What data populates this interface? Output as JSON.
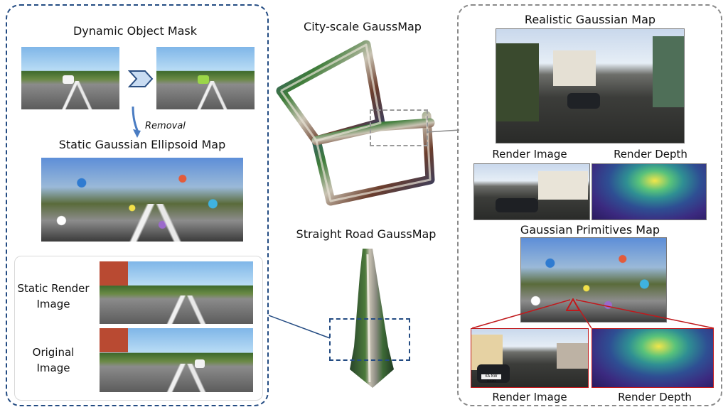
{
  "left": {
    "title_mask": "Dynamic Object Mask",
    "arrow_label": "Removal",
    "title_static": "Static Gaussian Ellipsoid Map",
    "static_render_label": "Static Render Image",
    "original_label": "Original Image"
  },
  "center": {
    "city_title": "City-scale GaussMap",
    "road_title": "Straight Road GaussMap"
  },
  "right": {
    "title_realistic": "Realistic Gaussian Map",
    "render_image_1": "Render Image",
    "render_depth_1": "Render Depth",
    "title_primitives": "Gaussian Primitives Map",
    "render_image_2": "Render Image",
    "render_depth_2": "Render Depth",
    "plate_text": "KA·NW 3320"
  },
  "colors": {
    "blue_dash": "#234b82",
    "gray_dash": "#8a8a8a",
    "red_lines": "#c0191c",
    "arrow_blue": "#4a7cc2"
  }
}
